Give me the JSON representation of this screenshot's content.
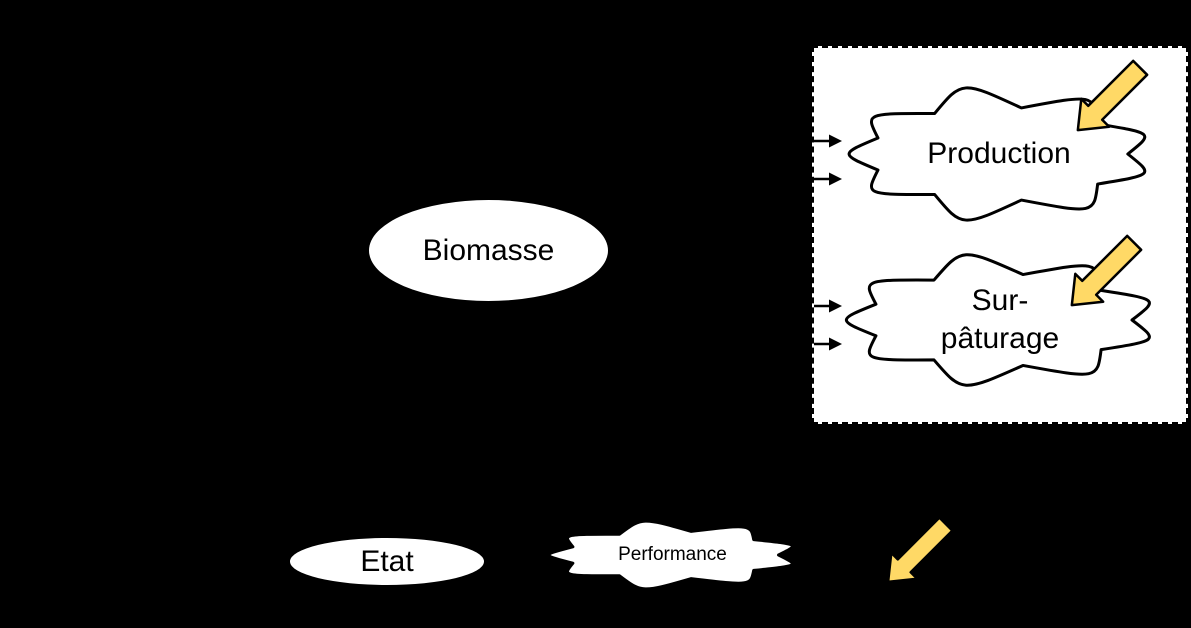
{
  "diagram_background": "#000000",
  "biomasse": {
    "label": "Biomasse"
  },
  "panel": {
    "production": {
      "label": "Production"
    },
    "surpaturage": {
      "line1": "Sur-",
      "line2": "pâturage"
    }
  },
  "legend": {
    "etat": {
      "label": "Etat"
    },
    "performance": {
      "label": "Performance"
    }
  },
  "colors": {
    "highlight_arrow_fill": "#FFD966",
    "shape_outline": "#000000",
    "shape_fill": "#FFFFFF",
    "panel_background": "#FFFFFF"
  }
}
